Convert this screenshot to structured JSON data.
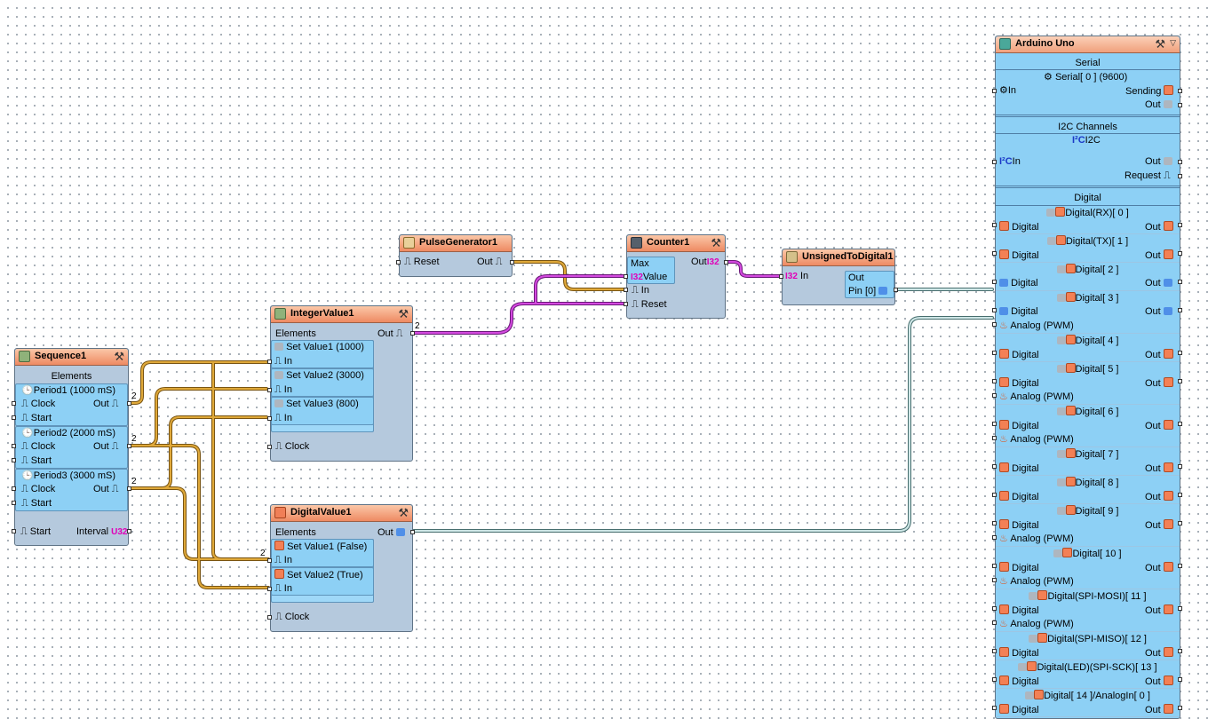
{
  "sequence": {
    "title": "Sequence1",
    "elements_label": "Elements",
    "periods": [
      {
        "name": "Period1 (1000 mS)",
        "clock": "Clock",
        "start": "Start",
        "out": "Out"
      },
      {
        "name": "Period2 (2000 mS)",
        "clock": "Clock",
        "start": "Start",
        "out": "Out"
      },
      {
        "name": "Period3 (3000 mS)",
        "clock": "Clock",
        "start": "Start",
        "out": "Out"
      }
    ],
    "start": "Start",
    "interval": "Interval",
    "interval_type": "U32"
  },
  "integer_value": {
    "title": "IntegerValue1",
    "elements_label": "Elements",
    "out": "Out",
    "items": [
      {
        "name": "Set Value1 (1000)",
        "in": "In"
      },
      {
        "name": "Set Value2 (3000)",
        "in": "In"
      },
      {
        "name": "Set Value3 (800)",
        "in": "In"
      }
    ],
    "clock": "Clock"
  },
  "digital_value": {
    "title": "DigitalValue1",
    "elements_label": "Elements",
    "out": "Out",
    "items": [
      {
        "name": "Set Value1 (False)",
        "in": "In"
      },
      {
        "name": "Set Value2 (True)",
        "in": "In"
      }
    ],
    "clock": "Clock"
  },
  "pulse_generator": {
    "title": "PulseGenerator1",
    "reset": "Reset",
    "out": "Out"
  },
  "counter": {
    "title": "Counter1",
    "max": "Max",
    "value": "Value",
    "value_type": "I32",
    "in": "In",
    "reset": "Reset",
    "out": "Out",
    "out_type": "I32"
  },
  "unsigned_to_digital": {
    "title": "UnsignedToDigital1",
    "in": "In",
    "in_type": "I32",
    "out": "Out",
    "pin": "Pin [0]"
  },
  "wire_labels": {
    "two": "2"
  },
  "arduino": {
    "title": "Arduino Uno",
    "serial": {
      "section": "Serial",
      "name": "Serial[ 0 ] (9600)",
      "in": "In",
      "sending": "Sending",
      "out": "Out"
    },
    "i2c": {
      "section": "I2C Channels",
      "name": "I2C",
      "in": "In",
      "out": "Out",
      "request": "Request"
    },
    "digital_section": "Digital",
    "digital_label": "Digital",
    "out_label": "Out",
    "analog_label": "Analog (PWM)",
    "pins": [
      "Digital(RX)[ 0 ]",
      "Digital(TX)[ 1 ]",
      "Digital[ 2 ]",
      "Digital[ 3 ]",
      "Digital[ 4 ]",
      "Digital[ 5 ]",
      "Digital[ 6 ]",
      "Digital[ 7 ]",
      "Digital[ 8 ]",
      "Digital[ 9 ]",
      "Digital[ 10 ]",
      "Digital(SPI-MOSI)[ 11 ]",
      "Digital(SPI-MISO)[ 12 ]",
      "Digital(LED)(SPI-SCK)[ 13 ]",
      "Digital[ 14 ]/AnalogIn[ 0 ]"
    ]
  },
  "colors": {
    "clock_wire": "#c8922a",
    "int_wire": "#b92fc4",
    "digital_wire": "#7fb2b2",
    "header": "#ee8a62",
    "body": "#b5c9dd",
    "section": "#8dd0f5"
  }
}
